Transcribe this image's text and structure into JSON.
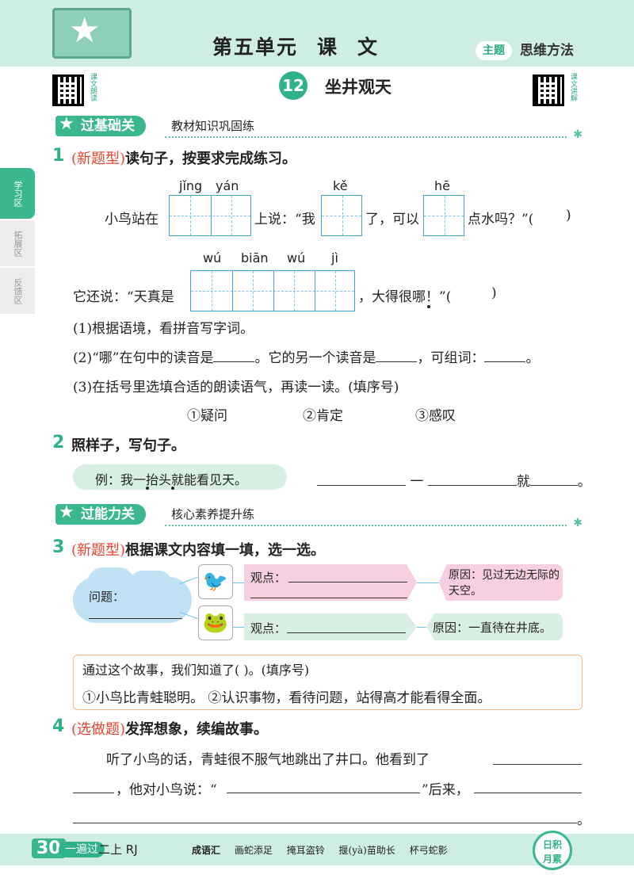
{
  "header": {
    "unit_title": [
      "第五单元",
      "课",
      "文"
    ],
    "theme_tag": "主题",
    "theme_text": "思维方法"
  },
  "qr": {
    "left_label": "课文朗读",
    "right_label": "课文讲解"
  },
  "lesson": {
    "number": "12",
    "title": "坐井观天"
  },
  "side_tabs": [
    "学习区",
    "拓展区",
    "反馈区"
  ],
  "sections": {
    "basic": {
      "title": "过基础关",
      "subtitle": "教材知识巩固练"
    },
    "ability": {
      "title": "过能力关",
      "subtitle": "核心素养提升练"
    }
  },
  "q1": {
    "num": "1",
    "tag": "(新题型)",
    "head": "读句子，按要求完成练习。",
    "pinyin": {
      "jing_yan": [
        "jǐng",
        "yán"
      ],
      "ke": "kě",
      "he": "hē",
      "wubianwuji": [
        "wú",
        "biān",
        "wú",
        "jì"
      ]
    },
    "line1": {
      "a": "小鸟站在",
      "b": "上说：“我",
      "c": "了，可以",
      "d": "点水吗？”(",
      "e": ")"
    },
    "line2": {
      "a": "它还说：“天真是",
      "b": "，大得很哪！”(",
      "c": ")"
    },
    "sub1": "(1)根据语境，看拼音写字词。",
    "sub2": {
      "a": "(2)“哪”在句中的读音是",
      "b": "。它的另一个读音是",
      "c": "，可组词：",
      "d": "。"
    },
    "sub3": "(3)在括号里选填合适的朗读语气，再读一读。(填序号)",
    "options": [
      "①疑问",
      "②肯定",
      "③感叹"
    ]
  },
  "q2": {
    "num": "2",
    "head": "照样子，写句子。",
    "example": "例：我一抬头就能看见天。",
    "fill": {
      "mid": "一",
      "end": "就",
      "stop": "。"
    }
  },
  "q3": {
    "num": "3",
    "tag": "(新题型)",
    "head": "根据课文内容填一填，选一选。",
    "question_label": "问题：",
    "view_label": "观点：",
    "reason1": "原因：见过无边无际的天空。",
    "reason2": "原因：一直待在井底。",
    "bird_icon": "bird-icon",
    "frog_icon": "frog-icon",
    "conclusion": "通过这个故事，我们知道了(        )。(填序号)",
    "choices": "①小鸟比青蛙聪明。  ②认识事物，看待问题，站得高才能看得全面。"
  },
  "q4": {
    "num": "4",
    "tag": "(选做题)",
    "head": "发挥想象，续编故事。",
    "line1": "听了小鸟的话，青蛙很不服气地跳出了井口。他看到了",
    "line2a": "，他对小鸟说：“",
    "line2b": "”后来，",
    "end": "。"
  },
  "footer": {
    "page": "30",
    "brand": "一遍过",
    "grade": "二上 RJ",
    "idiom_label": "成语汇",
    "idioms": [
      "画蛇添足",
      "掩耳盗铃",
      "揠(yà)苗助长",
      "杯弓蛇影"
    ],
    "badge": [
      "日积",
      "月累"
    ]
  },
  "colors": {
    "accent": "#3bb78e",
    "pink": "#f8cfe0",
    "red_tag": "#e8432f",
    "grid_blue": "#3aa6d8"
  }
}
